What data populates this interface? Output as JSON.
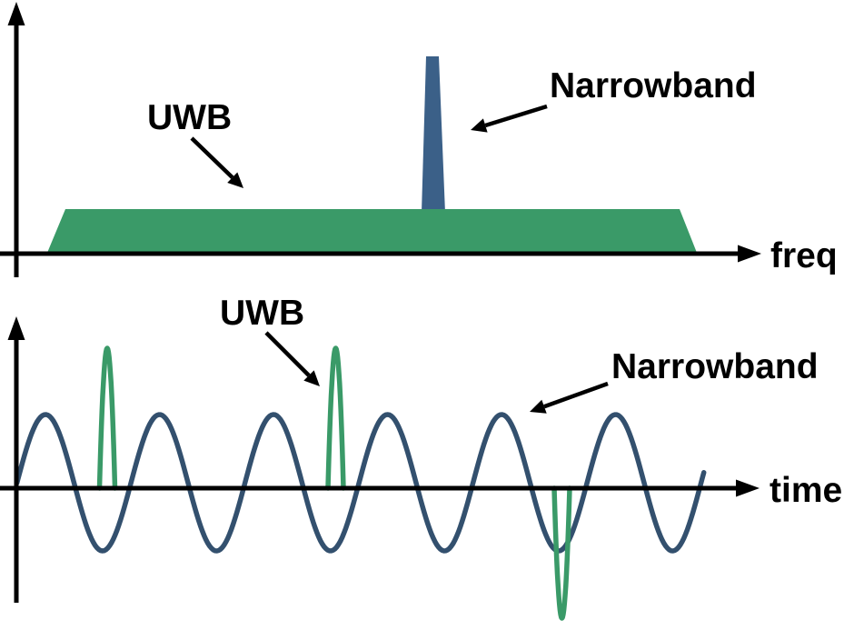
{
  "title": "UWB vs Narrowband signal comparison figure",
  "colors": {
    "uwb_green": "#3A9A68",
    "narrowband_spike_blue": "#3B6088",
    "narrowband_wave_blue": "#33506E",
    "ink": "#000000",
    "background": "#FFFFFF"
  },
  "chart_data": [
    {
      "type": "area",
      "panel": "frequency-domain",
      "title": "",
      "xlabel": "freq",
      "ylabel": "",
      "grid": false,
      "legend": false,
      "x_axis": {
        "y": 279,
        "x0": 0,
        "x1": 838
      },
      "y_axis": {
        "x": 18,
        "y0": 305,
        "y1": 2
      },
      "series": [
        {
          "name": "Narrowband",
          "kind": "spike",
          "description": "tall narrow spectral spike",
          "top_x": [
            469,
            483
          ],
          "top_y": 62,
          "bottom_x": [
            464,
            490
          ],
          "bottom_y": 234,
          "color": "narrowband_spike_blue"
        },
        {
          "name": "UWB",
          "kind": "band",
          "description": "low flat ultra-wide spectral band",
          "top_x": [
            72,
            748
          ],
          "top_y": 230,
          "bottom_x": [
            52,
            767
          ],
          "bottom_y": 278,
          "color": "uwb_green"
        }
      ],
      "annotations": [
        {
          "text": "UWB",
          "x": 162,
          "y": 142,
          "arrow": [
            211,
            152,
            268,
            207
          ]
        },
        {
          "text": "Narrowband",
          "x": 605,
          "y": 107,
          "arrow": [
            602,
            117,
            518,
            143
          ]
        }
      ],
      "xlabel_pos": [
        848,
        294
      ]
    },
    {
      "type": "line",
      "panel": "time-domain",
      "title": "",
      "xlabel": "time",
      "ylabel": "",
      "grid": false,
      "legend": false,
      "x_axis": {
        "y": 537,
        "x0": 0,
        "x1": 836
      },
      "y_axis": {
        "x": 18,
        "y0": 663,
        "y1": 348
      },
      "series": [
        {
          "name": "Narrowband",
          "kind": "sine",
          "description": "continuous sinusoid",
          "midline_y": 531,
          "amplitude": 75,
          "period": 125.5,
          "x_start": 18.7,
          "x_end": 776,
          "stroke_width": 5.5,
          "color": "narrowband_wave_blue"
        },
        {
          "name": "UWB",
          "kind": "pulses",
          "description": "short wideband pulses, third one inverted",
          "base_y": 537,
          "half_width": 8.5,
          "stroke_width": 5.5,
          "pulses": [
            {
              "cx": 118,
              "peak_y": 383
            },
            {
              "cx": 369.5,
              "peak_y": 383
            },
            {
              "cx": 618.5,
              "peak_y": 680
            }
          ],
          "color": "uwb_green"
        }
      ],
      "annotations": [
        {
          "text": "UWB",
          "x": 242,
          "y": 357,
          "arrow": [
            293,
            366,
            352,
            425
          ]
        },
        {
          "text": "Narrowband",
          "x": 673,
          "y": 416,
          "arrow": [
            669,
            422,
            583,
            453
          ]
        }
      ],
      "xlabel_pos": [
        847,
        552
      ]
    }
  ]
}
